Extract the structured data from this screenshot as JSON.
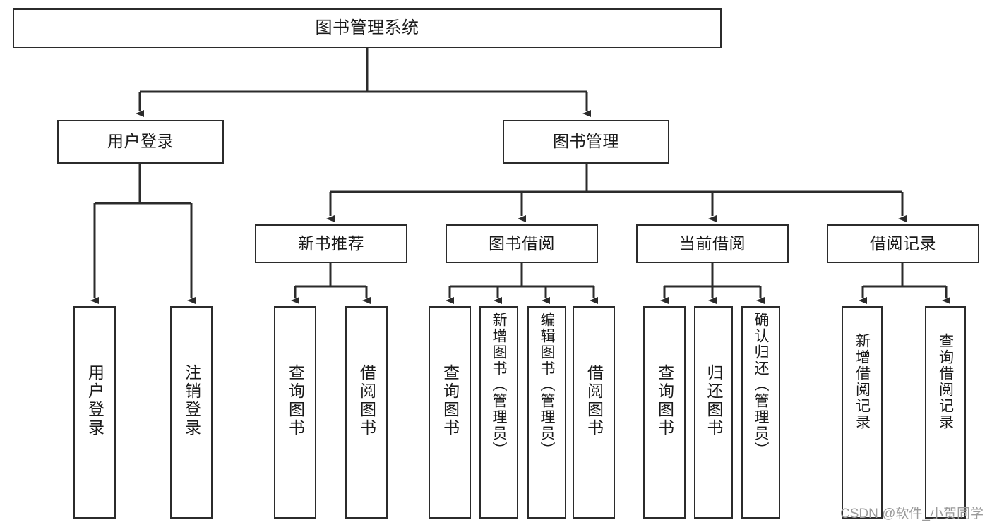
{
  "diagram": {
    "title": "图书管理系统",
    "type": "tree-hierarchy",
    "watermark": "CSDN @软件_小贺同学",
    "colors": {
      "box_border": "#2b2b2b",
      "box_fill": "#ffffff",
      "edge": "#2b2b2b",
      "text": "#1a1a1a",
      "watermark": "#9b9b9b"
    },
    "nodes": {
      "root": {
        "label": "图书管理系统"
      },
      "level2": [
        {
          "id": "user-login",
          "label": "用户登录"
        },
        {
          "id": "book-manage",
          "label": "图书管理"
        }
      ],
      "level3": [
        {
          "id": "new-book-recommend",
          "label": "新书推荐"
        },
        {
          "id": "book-borrow",
          "label": "图书借阅"
        },
        {
          "id": "current-borrow",
          "label": "当前借阅"
        },
        {
          "id": "borrow-record",
          "label": "借阅记录"
        }
      ],
      "leaves": [
        {
          "id": "leaf-user-login",
          "label": "用户登录",
          "parent": "user-login"
        },
        {
          "id": "leaf-logout-login",
          "label": "注销登录",
          "parent": "user-login"
        },
        {
          "id": "leaf-query-book-1",
          "label": "查询图书",
          "parent": "new-book-recommend"
        },
        {
          "id": "leaf-borrow-book-1",
          "label": "借阅图书",
          "parent": "new-book-recommend"
        },
        {
          "id": "leaf-query-book-2",
          "label": "查询图书",
          "parent": "book-borrow"
        },
        {
          "id": "leaf-add-book-admin",
          "label": "新增图书（管理员）",
          "parent": "book-borrow"
        },
        {
          "id": "leaf-edit-book-admin",
          "label": "编辑图书（管理员）",
          "parent": "book-borrow"
        },
        {
          "id": "leaf-borrow-book-2",
          "label": "借阅图书",
          "parent": "book-borrow"
        },
        {
          "id": "leaf-query-book-3",
          "label": "查询图书",
          "parent": "current-borrow"
        },
        {
          "id": "leaf-return-book",
          "label": "归还图书",
          "parent": "current-borrow"
        },
        {
          "id": "leaf-confirm-return-admin",
          "label": "确认归还（管理员）",
          "parent": "current-borrow"
        },
        {
          "id": "leaf-add-borrow-record",
          "label": "新增借阅记录",
          "parent": "borrow-record"
        },
        {
          "id": "leaf-query-borrow-record",
          "label": "查询借阅记录",
          "parent": "borrow-record"
        }
      ]
    }
  }
}
